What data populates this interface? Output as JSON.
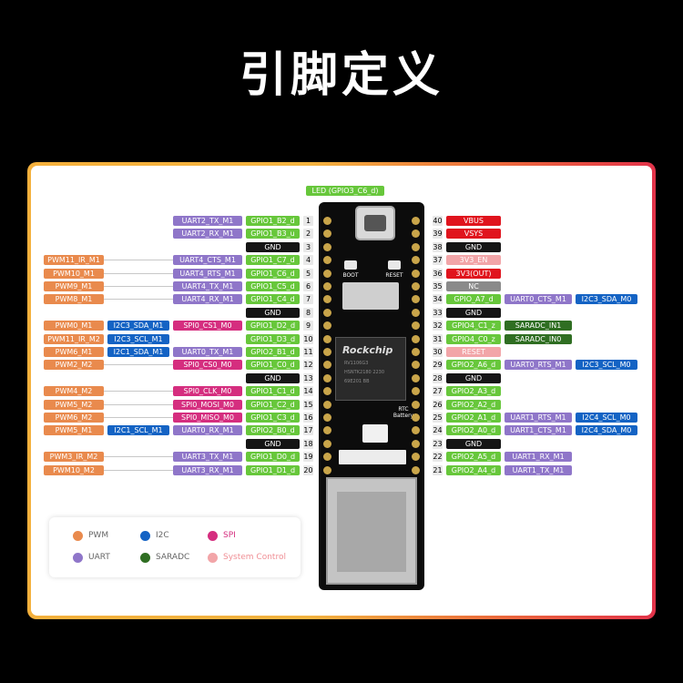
{
  "title": "引脚定义",
  "led_label": "LED (GPIO3_C6_d)",
  "board": {
    "boot": "BOOT",
    "reset": "RESET",
    "chip_brand": "Rockchip",
    "chip_lines": [
      "RV1106G3",
      "HSNTK2180 2230",
      "69E201 BB"
    ],
    "rtc": "RTC\nBattery"
  },
  "colors": {
    "PWM": "#e98a4d",
    "I2C": "#1463c4",
    "SPI": "#d52e7f",
    "UART": "#8f76c9",
    "SARADC": "#2f6e22",
    "System Control": "#f2a5a8",
    "GPIO": "#67c73b",
    "GND": "#151515",
    "POWER": "#e0141d",
    "NC": "#8a8a8a"
  },
  "left_pins": [
    {
      "num": "1",
      "gpio": "GPIO1_B2_d",
      "uart": "UART2_TX_M1"
    },
    {
      "num": "2",
      "gpio": "GPIO1_B3_u",
      "uart": "UART2_RX_M1"
    },
    {
      "num": "3",
      "gpio": "GND"
    },
    {
      "num": "4",
      "gpio": "GPIO1_C7_d",
      "uart": "UART4_CTS_M1",
      "pwm": "PWM11_IR_M1"
    },
    {
      "num": "5",
      "gpio": "GPIO1_C6_d",
      "uart": "UART4_RTS_M1",
      "pwm": "PWM10_M1"
    },
    {
      "num": "6",
      "gpio": "GPIO1_C5_d",
      "uart": "UART4_TX_M1",
      "pwm": "PWM9_M1"
    },
    {
      "num": "7",
      "gpio": "GPIO1_C4_d",
      "uart": "UART4_RX_M1",
      "pwm": "PWM8_M1"
    },
    {
      "num": "8",
      "gpio": "GND"
    },
    {
      "num": "9",
      "gpio": "GPIO1_D2_d",
      "spi": "SPI0_CS1_M0",
      "i2c": "I2C3_SDA_M1",
      "pwm": "PWM0_M1"
    },
    {
      "num": "10",
      "gpio": "GPIO1_D3_d",
      "i2c": "I2C3_SCL_M1",
      "pwm": "PWM11_IR_M2"
    },
    {
      "num": "11",
      "gpio": "GPIO2_B1_d",
      "uart": "UART0_TX_M1",
      "i2c": "I2C1_SDA_M1",
      "pwm": "PWM6_M1"
    },
    {
      "num": "12",
      "gpio": "GPIO1_C0_d",
      "spi": "SPI0_CS0_M0",
      "pwm": "PWM2_M2"
    },
    {
      "num": "13",
      "gpio": "GND"
    },
    {
      "num": "14",
      "gpio": "GPIO1_C1_d",
      "spi": "SPI0_CLK_M0",
      "pwm": "PWM4_M2"
    },
    {
      "num": "15",
      "gpio": "GPIO1_C2_d",
      "spi": "SPI0_MOSI_M0",
      "pwm": "PWM5_M2"
    },
    {
      "num": "16",
      "gpio": "GPIO1_C3_d",
      "spi": "SPI0_MISO_M0",
      "pwm": "PWM6_M2"
    },
    {
      "num": "17",
      "gpio": "GPIO2_B0_d",
      "uart": "UART0_RX_M1",
      "i2c": "I2C1_SCL_M1",
      "pwm": "PWM5_M1"
    },
    {
      "num": "18",
      "gpio": "GND"
    },
    {
      "num": "19",
      "gpio": "GPIO1_D0_d",
      "uart": "UART3_TX_M1",
      "pwm": "PWM3_IR_M2"
    },
    {
      "num": "20",
      "gpio": "GPIO1_D1_d",
      "uart": "UART3_RX_M1",
      "pwm": "PWM10_M2"
    }
  ],
  "right_pins": [
    {
      "num": "40",
      "main": "VBUS",
      "type": "pwr"
    },
    {
      "num": "39",
      "main": "VSYS",
      "type": "pwr"
    },
    {
      "num": "38",
      "main": "GND",
      "type": "gnd"
    },
    {
      "num": "37",
      "main": "3V3_EN",
      "type": "sys"
    },
    {
      "num": "36",
      "main": "3V3(OUT)",
      "type": "pwr"
    },
    {
      "num": "35",
      "main": "NC",
      "type": "nc"
    },
    {
      "num": "34",
      "main": "GPIO_A7_d",
      "type": "gpio",
      "uart": "UART0_CTS_M1",
      "i2c": "I2C3_SDA_M0"
    },
    {
      "num": "33",
      "main": "GND",
      "type": "gnd"
    },
    {
      "num": "32",
      "main": "GPIO4_C1_z",
      "type": "gpio",
      "sar": "SARADC_IN1"
    },
    {
      "num": "31",
      "main": "GPIO4_C0_z",
      "type": "gpio",
      "sar": "SARADC_IN0"
    },
    {
      "num": "30",
      "main": "RESET",
      "type": "sys"
    },
    {
      "num": "29",
      "main": "GPIO2_A6_d",
      "type": "gpio",
      "uart": "UART0_RTS_M1",
      "i2c": "I2C3_SCL_M0"
    },
    {
      "num": "28",
      "main": "GND",
      "type": "gnd"
    },
    {
      "num": "27",
      "main": "GPIO2_A3_d",
      "type": "gpio"
    },
    {
      "num": "26",
      "main": "GPIO2_A2_d",
      "type": "gpio"
    },
    {
      "num": "25",
      "main": "GPIO2_A1_d",
      "type": "gpio",
      "uart": "UART1_RTS_M1",
      "i2c": "I2C4_SCL_M0"
    },
    {
      "num": "24",
      "main": "GPIO2_A0_d",
      "type": "gpio",
      "uart": "UART1_CTS_M1",
      "i2c": "I2C4_SDA_M0"
    },
    {
      "num": "23",
      "main": "GND",
      "type": "gnd"
    },
    {
      "num": "22",
      "main": "GPIO2_A5_d",
      "type": "gpio",
      "uart": "UART1_RX_M1"
    },
    {
      "num": "21",
      "main": "GPIO2_A4_d",
      "type": "gpio",
      "uart": "UART1_TX_M1"
    }
  ],
  "legend": [
    {
      "label": "PWM",
      "color": "#e98a4d"
    },
    {
      "label": "I2C",
      "color": "#1463c4"
    },
    {
      "label": "SPI",
      "color": "#d52e7f"
    },
    {
      "label": "UART",
      "color": "#8f76c9"
    },
    {
      "label": "SARADC",
      "color": "#2f6e22"
    },
    {
      "label": "System Control",
      "color": "#f2a5a8"
    }
  ]
}
